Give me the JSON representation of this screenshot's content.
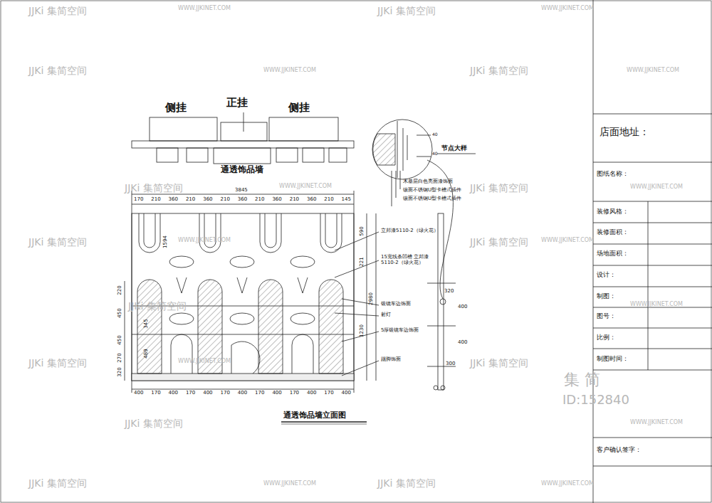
{
  "diagram": {
    "caption": "通透饰品墙立面图",
    "labels": [
      "侧挂",
      "正挂",
      "侧挂",
      "通透饰品墙",
      "3845",
      "170",
      "210",
      "360",
      "210",
      "360",
      "210",
      "360",
      "210",
      "360",
      "210",
      "360",
      "210",
      "145",
      "400",
      "170",
      "400",
      "170",
      "400",
      "170",
      "400",
      "170",
      "400",
      "170",
      "400",
      "170",
      "400",
      "590",
      "221",
      "2980",
      "1230",
      "220",
      "450",
      "450",
      "270",
      "320",
      "1594",
      "345",
      "489",
      "立邦漆5110-2（绿火花）",
      "15宽线条凹槽 立邦漆5110-2（绿火花）",
      "银镜车边饰面",
      "射灯",
      "5厚银镜车边饰面",
      "踢脚饰面",
      "节点大样",
      "木基层白色亮面漆饰面",
      "镶面不锈钢U型卡槽式插件",
      "镶面不锈钢U型卡槽式插件",
      "40",
      "40",
      "320",
      "400",
      "400",
      "300",
      "店面地址：",
      "图纸名称：",
      "装修风格：",
      "装修面积：",
      "场地面积：",
      "设计：",
      "制图：",
      "图号：",
      "比例：",
      "制图时间：",
      "客户确认签字：",
      "集 简",
      "ID:152840",
      "JJKi 集简空间",
      "JJKi 集简空间",
      "JJKi 集简空间",
      "JJKi 集简空间",
      "JJKi 集简空间",
      "JJKi 集简空间",
      "JJKi 集简空间",
      "JJKi 集简空间",
      "JJKi 集简空间",
      "JJKi 集简空间",
      "JJKi 集简空间",
      "JJKi 集简空间",
      "JJKi 集简空间",
      "JJKi 集简空间",
      "WWW.JJKINET.COM",
      "WWW.JJKINET.COM",
      "WWW.JJKINET.COM",
      "WWW.JJKINET.COM",
      "WWW.JJKINET.COM",
      "WWW.JJKINET.COM",
      "WWW.JJKINET.COM",
      "WWW.JJKINET.COM",
      "WWW.JJKINET.COM",
      "WWW.JJKINET.COM",
      "WWW.JJKINET.COM",
      "WWW.JJKINET.COM",
      "WWW.JJKINET.COM"
    ]
  }
}
